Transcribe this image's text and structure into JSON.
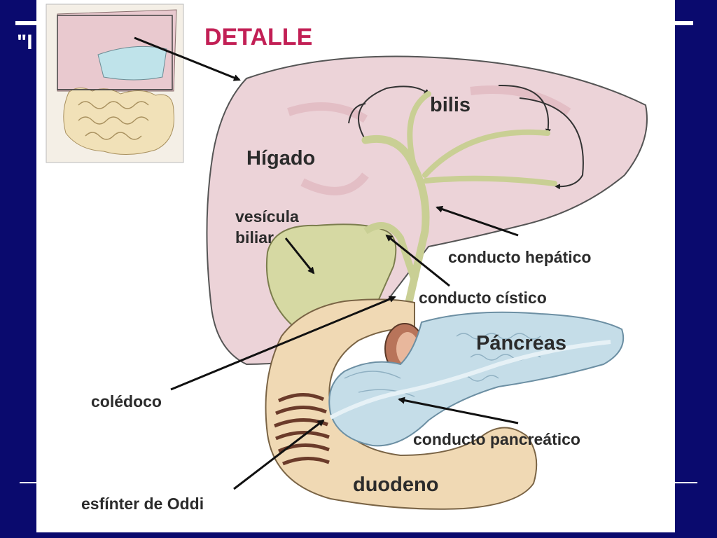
{
  "slide": {
    "fragment": "\"I",
    "colors": {
      "background": "#0a0a6e",
      "title_accent": "#c21f55",
      "label": "#2b2b2b"
    }
  },
  "diagram": {
    "title": "DETALLE",
    "labels": {
      "bilis": "bilis",
      "higado": "Hígado",
      "vesicula": "vesícula\nbiliar",
      "conducto_hepatico": "conducto hepático",
      "conducto_cistico": "conducto cístico",
      "pancreas": "Páncreas",
      "coledoco": "colédoco",
      "conducto_pancreatico": "conducto pancreático",
      "duodeno": "duodeno",
      "esfinter": "esfínter de Oddi"
    },
    "icons": [
      "arrow-icon",
      "torso-thumbnail"
    ]
  }
}
